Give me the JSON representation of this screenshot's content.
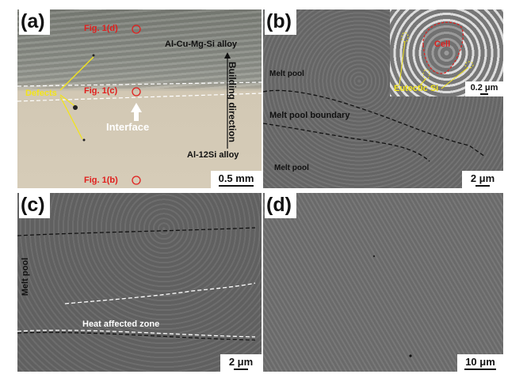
{
  "panels": {
    "a": {
      "label": "(a)",
      "fig_1d": "Fig. 1(d)",
      "fig_1c": "Fig. 1(c)",
      "fig_1b": "Fig. 1(b)",
      "top_alloy": "Al-Cu-Mg-Si alloy",
      "bottom_alloy": "Al-12Si alloy",
      "direction": "Building direction",
      "defects": "Defects",
      "interface": "Interface",
      "scale": "0.5 mm"
    },
    "b": {
      "label": "(b)",
      "melt_pool_top": "Melt pool",
      "boundary": "Melt pool boundary",
      "melt_pool_bottom": "Melt pool",
      "cell": "Cell",
      "eutectic": "Eutectic Si",
      "inset_scale": "0.2 μm",
      "scale": "2 μm"
    },
    "c": {
      "label": "(c)",
      "melt_pool": "Melt pool",
      "haz": "Heat affected zone",
      "scale": "2 μm"
    },
    "d": {
      "label": "(d)",
      "scale": "10 μm"
    }
  }
}
